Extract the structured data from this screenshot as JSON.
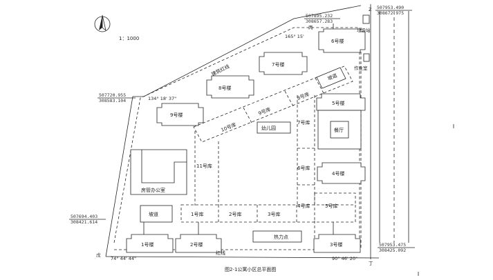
{
  "scale": "1：1000",
  "caption": "图2-1公寓小区总平面图",
  "coords": {
    "north": [
      "507895.232",
      "308657.283"
    ],
    "ne": [
      "507953.490",
      "308672.975"
    ],
    "w": [
      "507720.955",
      "308583.104"
    ],
    "sw": [
      "507694.403",
      "308421.614"
    ],
    "se": [
      "507953.475",
      "308425.092"
    ]
  },
  "angles": {
    "north": "165° 15'",
    "west": "134° 18' 37\"",
    "sw": "74° 44' 44\"",
    "se": "90° 46' 20\""
  },
  "corner_marks": {
    "ne": "Z",
    "north": "丙",
    "sw": "戊",
    "se": "丁"
  },
  "labels": {
    "building_line": "建筑红线",
    "red_line": "红线",
    "garbage": "垃圾站",
    "workshop": "作业室",
    "ramp_top": "坡道",
    "ramp_bottom": "坡道",
    "kindergarten": "幼儿园",
    "canteen": "餐厅",
    "property_office": "房管办公室",
    "heating": "热力点"
  },
  "buildings": {
    "b1": "1号楼",
    "b2": "2号楼",
    "b3": "3号楼",
    "b4": "4号楼",
    "b5": "5号楼",
    "b6": "6号楼",
    "b7": "7号楼",
    "b8": "8号楼",
    "b9": "9号楼"
  },
  "garages": {
    "g1": "1号库",
    "g2": "2号库",
    "g3": "3号库",
    "g4": "4号库",
    "g5": "5号库",
    "g6": "6号库",
    "g7": "7号库",
    "g8": "8号库",
    "g9": "9号库",
    "g10": "10号库",
    "g11": "11号库"
  }
}
